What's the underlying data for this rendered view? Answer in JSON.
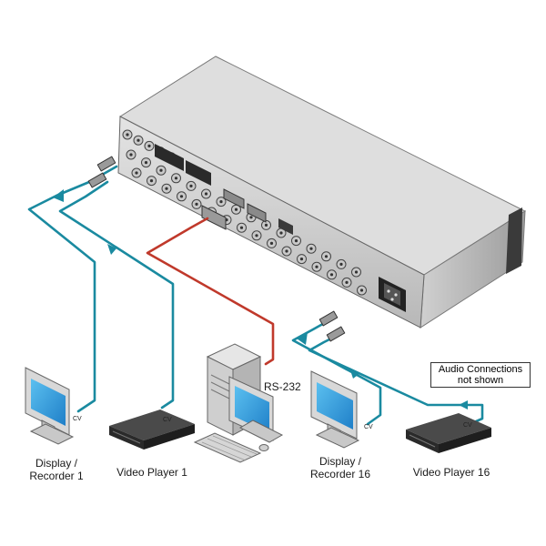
{
  "labels": {
    "display_1": [
      "Display /",
      "Recorder 1"
    ],
    "video_player_1": "Video Player 1",
    "display_16": [
      "Display /",
      "Recorder 16"
    ],
    "video_player_16": "Video Player 16",
    "rs232": "RS-232",
    "audio_note": [
      "Audio Connections",
      "not shown"
    ],
    "cv": "CV"
  },
  "colors": {
    "video_cable": "#1a8aa0",
    "serial_cable": "#c0392b",
    "chassis_top": "#dcdcdc",
    "chassis_side": "#bdbdbd",
    "screen": "#2f9fe0"
  }
}
